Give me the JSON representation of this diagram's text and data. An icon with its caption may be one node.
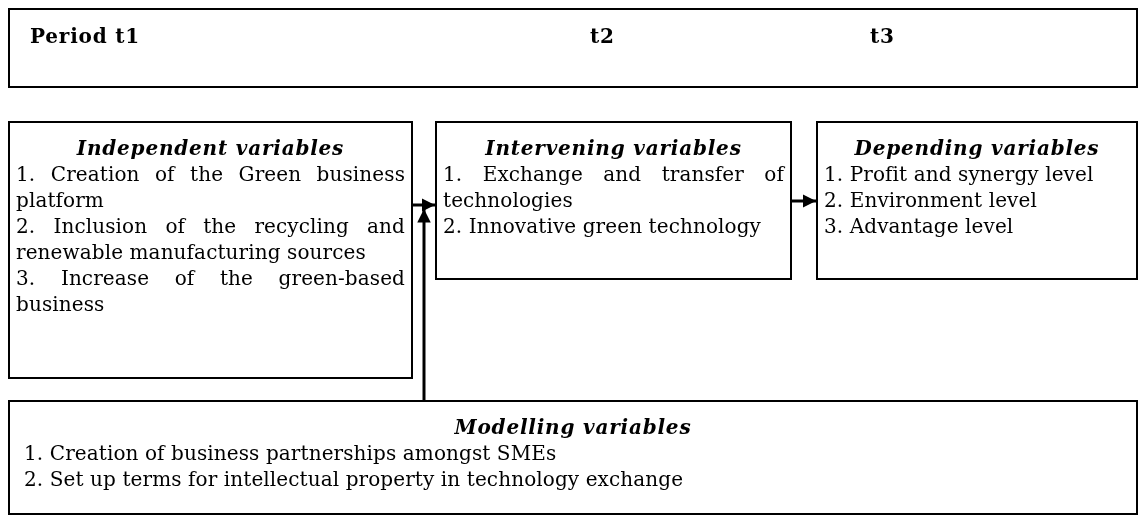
{
  "diagram": {
    "nodes": [
      {
        "text": [
          "Period t1",
          "t2",
          "t3"
        ]
      },
      {
        "text": [
          "Independent variables",
          "1. Creation of the Green business platform",
          "2. Inclusion of the recycling and renewable manufacturing sources",
          "3. Increase of the green-based business"
        ]
      },
      {
        "text": [
          "Intervening variables",
          "1. Exchange and transfer of technologies",
          "2. Innovative green technology"
        ]
      },
      {
        "text": [
          "Depending variables",
          "1. Profit and synergy level",
          "2. Environment level",
          "3. Advantage level"
        ]
      },
      {
        "text": [
          "Modelling variables",
          "1. Creation of business partnerships amongst SMEs",
          "2. Set up terms for intellectual property in technology exchange"
        ]
      }
    ],
    "edges": [
      {
        "from": 1,
        "to": 2,
        "arrow": "to"
      },
      {
        "from": 2,
        "to": 3,
        "arrow": "to"
      },
      {
        "from": 4,
        "to": 2,
        "arrow": "to"
      }
    ]
  }
}
